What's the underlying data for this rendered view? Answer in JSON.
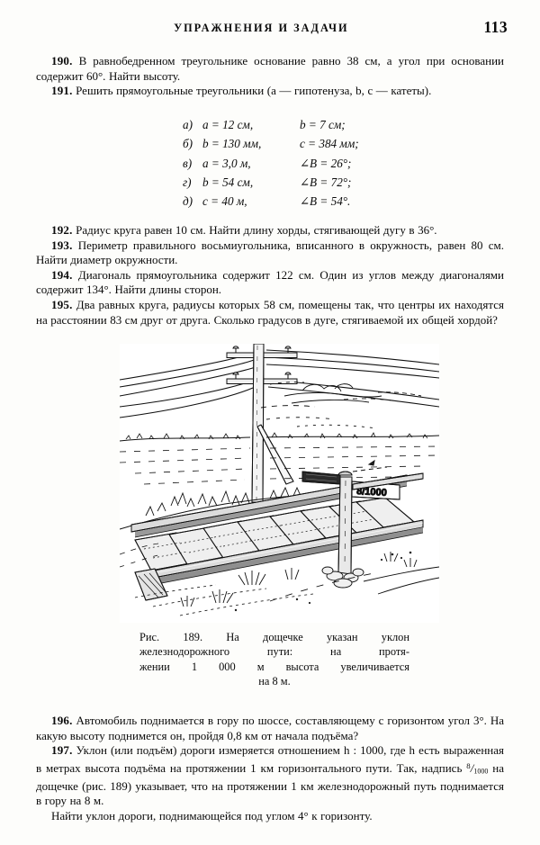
{
  "header": {
    "title": "УПРАЖНЕНИЯ И ЗАДАЧИ",
    "page_number": "113"
  },
  "problems": {
    "p190": {
      "number": "190.",
      "text": " В равнобедренном треугольнике  основание равно 38 см, а угол при основании содержит 60°. Найти высоту."
    },
    "p191": {
      "number": "191.",
      "text": " Решить прямоугольные треугольники (a — гипотенуза, b, c — катеты)."
    },
    "p192": {
      "number": "192.",
      "text": " Радиус круга равен 10 см. Найти длину хорды, стягивающей дугу в 36°."
    },
    "p193": {
      "number": "193.",
      "text": " Периметр правильного восьмиугольника, вписанного в окружность, равен 80 см. Найти диаметр окружности."
    },
    "p194": {
      "number": "194.",
      "text": " Диагональ прямоугольника содержит 122 см. Один из углов между диагоналями содержит 134°. Найти длины сторон."
    },
    "p195": {
      "number": "195.",
      "text": " Два равных круга, радиусы которых 58 см, помещены так, что центры их находятся на расстоянии 83 см друг от друга. Сколько градусов в дуге, стягиваемой их общей хордой?"
    },
    "p196": {
      "number": "196.",
      "text": " Автомобиль поднимается в гору по шоссе, составляющему с горизонтом угол 3°. На какую высоту поднимется он, пройдя 0,8 км от начала подъёма?"
    },
    "p197": {
      "number": "197.",
      "text_1": " Уклон (или подъём) дороги измеряется отношением h : 1000, где h есть выраженная в метрах высота подъёма на протяжении 1 км горизонтального пути. Так, надпись ",
      "fraction_num": "8",
      "fraction_den": "1000",
      "text_2": " на дощечке (рис. 189) указывает, что на протяжении 1 км железнодорожный путь поднимается в гору на 8 м.",
      "text_3": "Найти уклон дороги, поднимающейся под углом 4° к горизонту."
    }
  },
  "item_list": [
    {
      "label": "а)",
      "left": "a = 12 см,",
      "right": "b = 7 см;"
    },
    {
      "label": "б)",
      "left": "b = 130 мм,",
      "right": "c = 384 мм;"
    },
    {
      "label": "в)",
      "left": "a = 3,0 м,",
      "right": "∠B = 26°;"
    },
    {
      "label": "г)",
      "left": "b = 54 см,",
      "right": "∠B = 72°;"
    },
    {
      "label": "д)",
      "left": "c = 40 м,",
      "right": "∠B = 54°."
    }
  ],
  "figure": {
    "sign_label": "8/1000",
    "alt": "Железнодорожный путь с дощечкой уклона и телеграфным столбом",
    "caption_line1": "Рис. 189. На дощечке указан уклон",
    "caption_line2": "железнодорожного пути: на протя-",
    "caption_line3": "жении 1 000 м высота увеличивается",
    "caption_line4": "на 8 м."
  },
  "colors": {
    "ink": "#0a0a0a",
    "paper": "#fdfdfb"
  }
}
